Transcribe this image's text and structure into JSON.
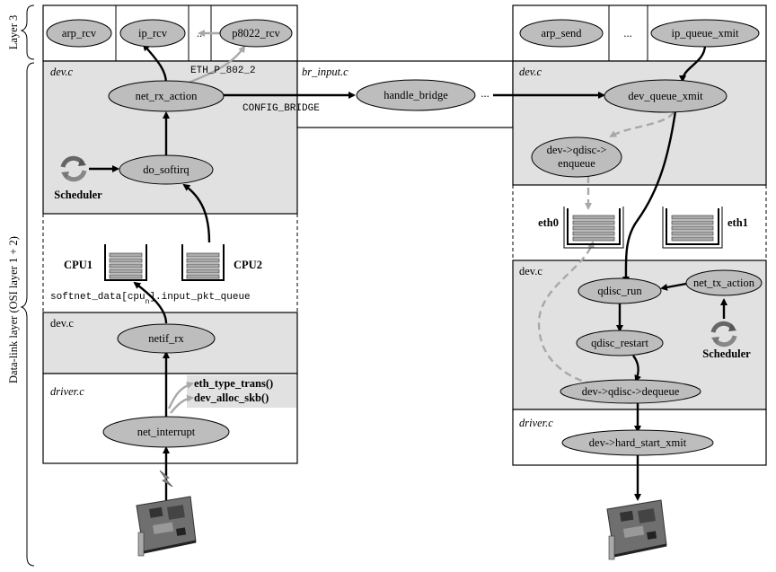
{
  "side_labels": {
    "layer3": "Layer 3",
    "datalink": "Data-link layer (OSI layer 1 + 2)"
  },
  "files": {
    "dev_c": "dev.c",
    "br_input_c": "br_input.c",
    "driver_c": "driver.c"
  },
  "layer3_rx": {
    "arp_rcv": "arp_rcv",
    "ip_rcv": "ip_rcv",
    "dots": "..",
    "p8022_rcv": "p8022_rcv"
  },
  "layer3_tx": {
    "arp_send": "arp_send",
    "dots": "...",
    "ip_queue_xmit": "ip_queue_xmit"
  },
  "rx": {
    "net_rx_action": "net_rx_action",
    "do_softirq": "do_softirq",
    "scheduler": "Scheduler",
    "cpu1": "CPU1",
    "cpu2": "CPU2",
    "queue_label_a": "softnet_data[cpu",
    "queue_label_sub": "n",
    "queue_label_b": "].input_pkt_queue",
    "netif_rx": "netif_rx",
    "net_interrupt": "net_interrupt",
    "eth_type_trans": "eth_type_trans()",
    "dev_alloc_skb": "dev_alloc_skb()"
  },
  "bridge": {
    "eth_p_802_2": "ETH_P_802_2",
    "config_bridge": "CONFIG_BRIDGE",
    "handle_bridge": "handle_bridge",
    "dots": "..."
  },
  "tx": {
    "dev_queue_xmit": "dev_queue_xmit",
    "enqueue_line1": "dev->qdisc->",
    "enqueue_line2": "enqueue",
    "eth0": "eth0",
    "eth1": "eth1",
    "qdisc_run": "qdisc_run",
    "net_tx_action": "net_tx_action",
    "qdisc_restart": "qdisc_restart",
    "scheduler": "Scheduler",
    "dequeue": "dev->qdisc->dequeue",
    "hard_start_xmit": "dev->hard_start_xmit"
  },
  "icons": [
    "scheduler-cycle-icon",
    "lightning-icon",
    "network-card-icon",
    "queue-icon"
  ]
}
